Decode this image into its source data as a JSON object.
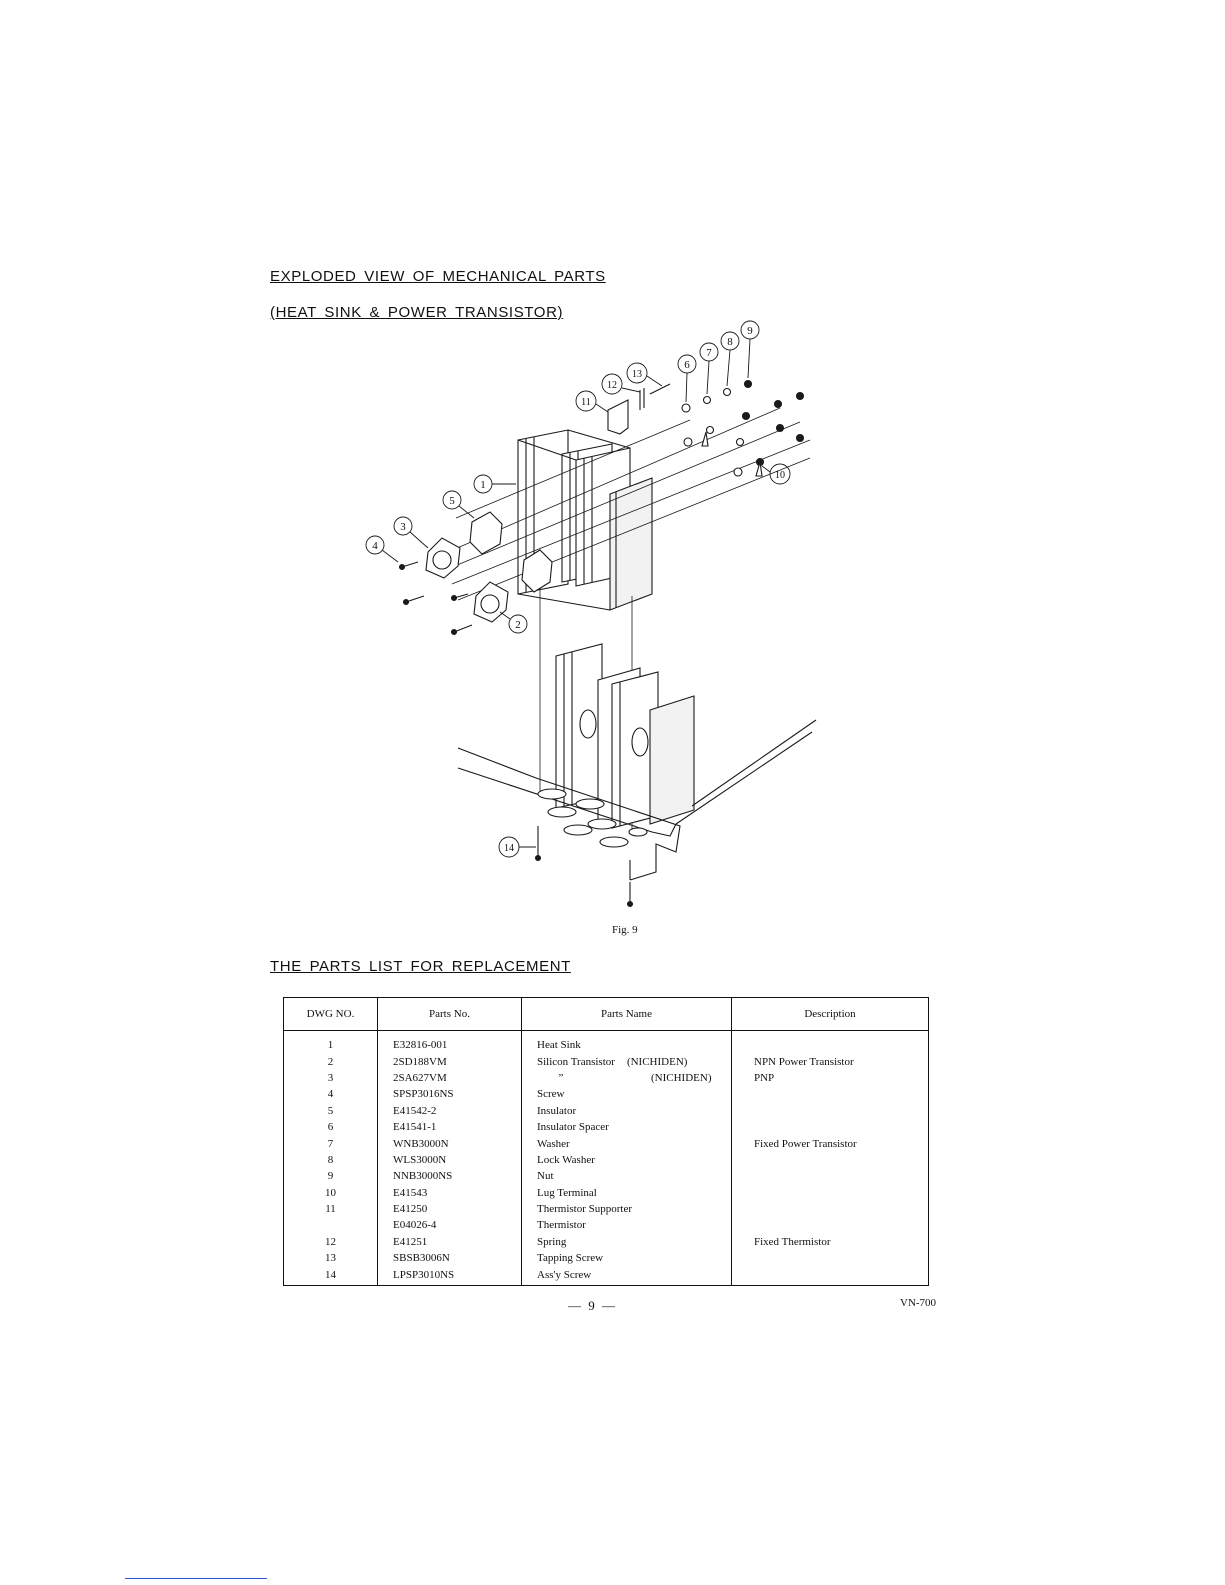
{
  "headings": {
    "exploded": "EXPLODED VIEW OF MECHANICAL PARTS",
    "subtitle": "(HEAT SINK & POWER TRANSISTOR)",
    "parts_list": "THE PARTS LIST FOR REPLACEMENT"
  },
  "figure": {
    "caption": "Fig. 9",
    "callouts": [
      "1",
      "2",
      "3",
      "4",
      "5",
      "6",
      "7",
      "8",
      "9",
      "10",
      "11",
      "12",
      "13",
      "14"
    ]
  },
  "table": {
    "headers": [
      "DWG NO.",
      "Parts No.",
      "Parts Name",
      "Description"
    ],
    "rows": [
      {
        "dwg": "1",
        "part": "E32816-001",
        "name": "Heat Sink",
        "maker": "",
        "desc": ""
      },
      {
        "dwg": "2",
        "part": "2SD188VM",
        "name": "Silicon Transistor",
        "maker": "(NICHIDEN)",
        "desc": "NPN Power Transistor"
      },
      {
        "dwg": "3",
        "part": "2SA627VM",
        "name": "”",
        "maker": "(NICHIDEN)",
        "desc": "PNP"
      },
      {
        "dwg": "4",
        "part": "SPSP3016NS",
        "name": "Screw",
        "maker": "",
        "desc": ""
      },
      {
        "dwg": "5",
        "part": "E41542-2",
        "name": "Insulator",
        "maker": "",
        "desc": ""
      },
      {
        "dwg": "6",
        "part": "E41541-1",
        "name": "Insulator Spacer",
        "maker": "",
        "desc": ""
      },
      {
        "dwg": "7",
        "part": "WNB3000N",
        "name": "Washer",
        "maker": "",
        "desc": "Fixed Power Transistor"
      },
      {
        "dwg": "8",
        "part": "WLS3000N",
        "name": "Lock Washer",
        "maker": "",
        "desc": ""
      },
      {
        "dwg": "9",
        "part": "NNB3000NS",
        "name": "Nut",
        "maker": "",
        "desc": ""
      },
      {
        "dwg": "10",
        "part": "E41543",
        "name": "Lug Terminal",
        "maker": "",
        "desc": ""
      },
      {
        "dwg": "11",
        "part": "E41250",
        "name": "Thermistor Supporter",
        "maker": "",
        "desc": ""
      },
      {
        "dwg": "",
        "part": "E04026-4",
        "name": "Thermistor",
        "maker": "",
        "desc": ""
      },
      {
        "dwg": "12",
        "part": "E41251",
        "name": "Spring",
        "maker": "",
        "desc": "Fixed Thermistor"
      },
      {
        "dwg": "13",
        "part": "SBSB3006N",
        "name": "Tapping Screw",
        "maker": "",
        "desc": ""
      },
      {
        "dwg": "14",
        "part": "LPSP3010NS",
        "name": "Ass'y Screw",
        "maker": "",
        "desc": ""
      }
    ]
  },
  "footer": {
    "page": "— 9 —",
    "model": "VN-700"
  }
}
